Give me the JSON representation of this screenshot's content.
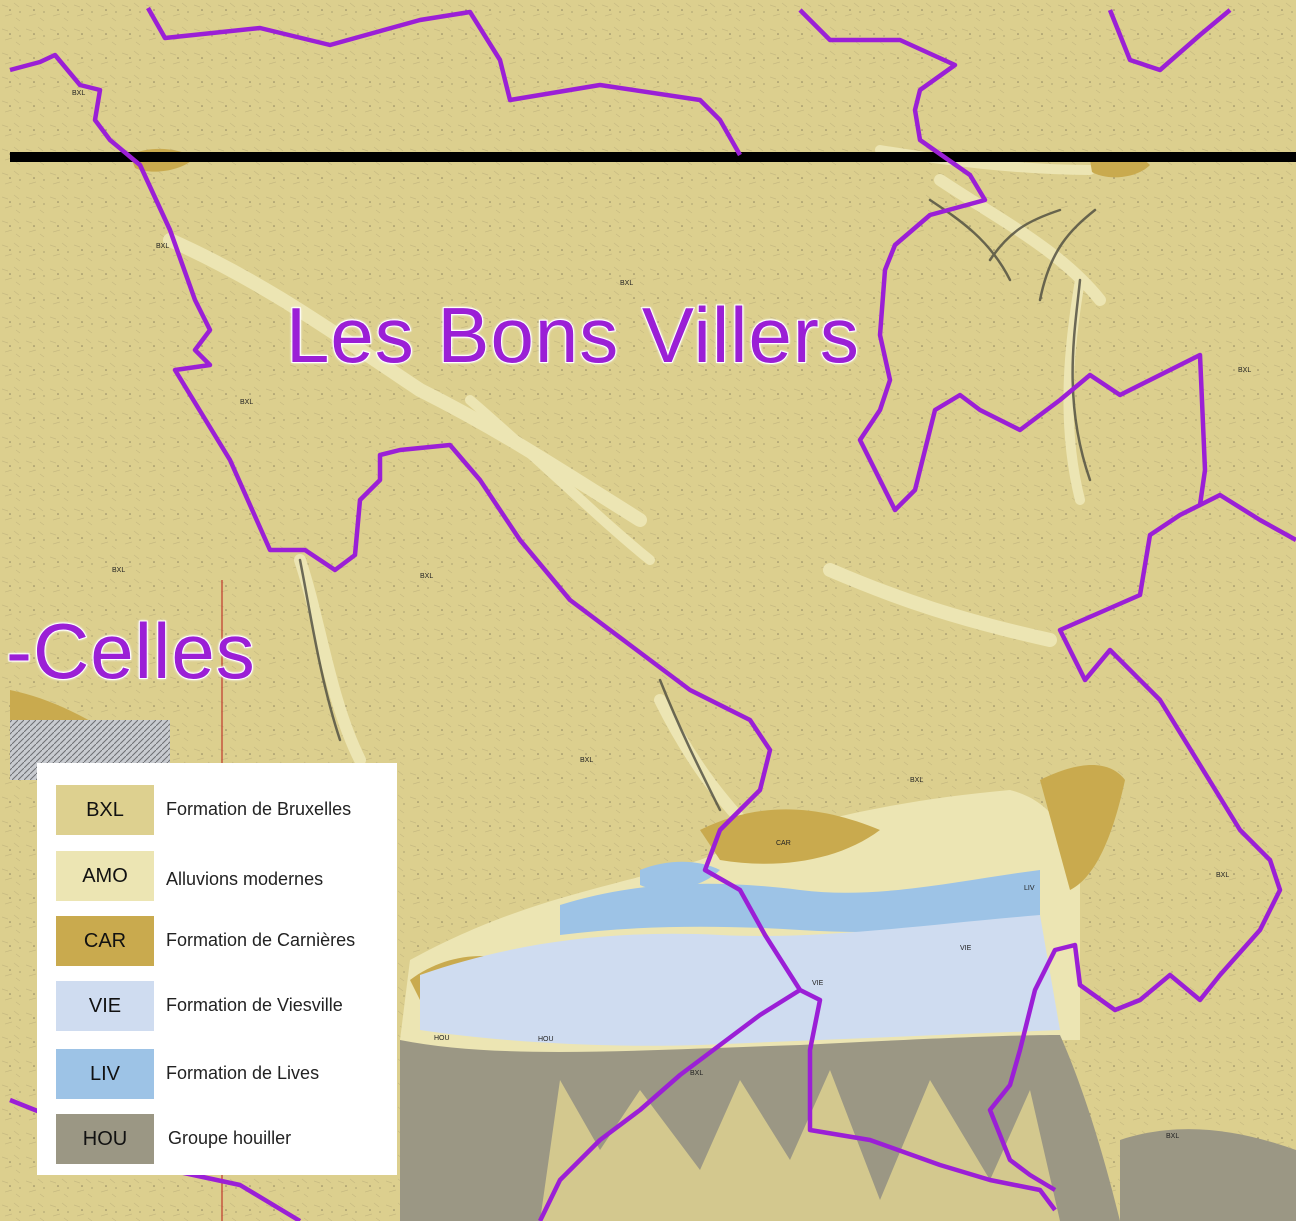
{
  "map": {
    "place_labels": {
      "main": "Les Bons Villers",
      "west": "-Celles"
    },
    "colors": {
      "boundary": "#9b1fd6",
      "base": "#dccf8e",
      "line": "#000000"
    }
  },
  "legend": {
    "items": [
      {
        "code": "BXL",
        "label": "Formation de Bruxelles",
        "color": "#ddd08f"
      },
      {
        "code": "AMO",
        "label": "Alluvions modernes",
        "color": "#ece5b3"
      },
      {
        "code": "CAR",
        "label": "Formation de Carnières",
        "color": "#c9aa4e"
      },
      {
        "code": "VIE",
        "label": "Formation de Viesville",
        "color": "#cfdcf0"
      },
      {
        "code": "LIV",
        "label": "Formation de Lives",
        "color": "#9dc3e6"
      },
      {
        "code": "HOU",
        "label": "Groupe houiller",
        "color": "#9b9784"
      }
    ]
  }
}
